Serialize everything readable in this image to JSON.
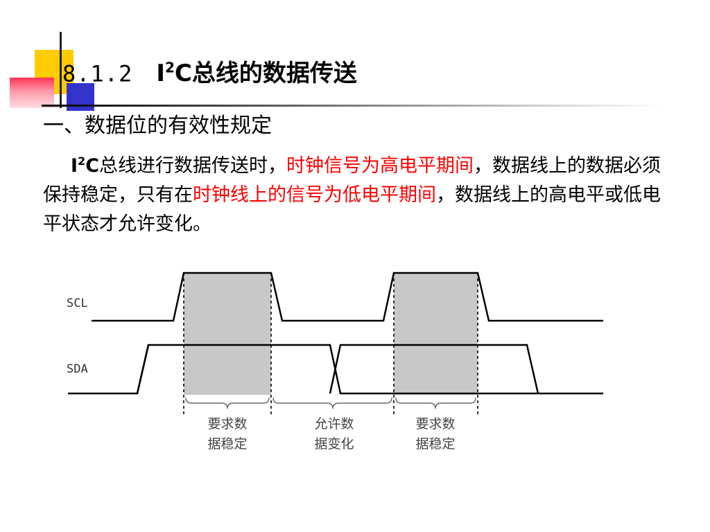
{
  "title": {
    "number": "8.1.2",
    "name_prefix": "I",
    "superscript": "2",
    "name_rest": "C总线的数据传送"
  },
  "section": {
    "heading": "一、数据位的有效性规定"
  },
  "body": {
    "i2c_prefix": "I",
    "i2c_sup": "2",
    "i2c_rest": "C",
    "seg1": "总线进行数据传送时，",
    "seg2_red": "时钟信号为高电平期间",
    "seg3": "，数据线上的数据必须保持稳定，只有在",
    "seg4_red": "时钟线上的信号为低电平期间",
    "seg5": "，数据线上的高电平或低电平状态才允许变化。"
  },
  "diagram": {
    "labels": {
      "scl": "SCL",
      "sda": "SDA"
    },
    "annotations": [
      {
        "line1": "要求数",
        "line2": "据稳定"
      },
      {
        "line1": "允许数",
        "line2": "据变化"
      },
      {
        "line1": "要求数",
        "line2": "据稳定"
      }
    ]
  },
  "colors": {
    "emphasis": "#ff0000",
    "accent_yellow": "#ffcc00",
    "accent_blue": "#3333cc",
    "accent_red": "#ff3355",
    "shading": "#c8c8c8"
  }
}
